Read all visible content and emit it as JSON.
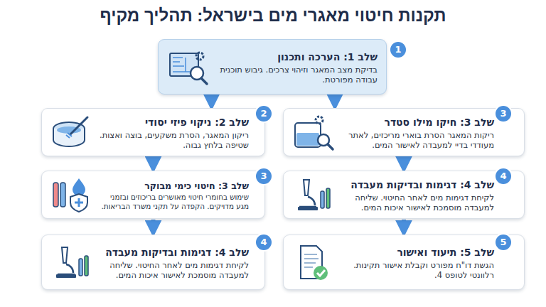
{
  "diagram": {
    "title": "תקנות חיטוי מאגרי מים בישראל: תהליך מקיף",
    "nodes": [
      {
        "text": [
          "שלב 1: הערכה ותכנון",
          "בדיקת מצב המאגר וזיהוי צרכים. גיבוש תוכנית עבודה מפורטת."
        ]
      },
      {
        "text": [
          "שלב 3: חיקו מילו סטדר",
          "ריקות המאגר הסרת בוארי מריכזים, לאתר מעודדי בדיי למעבדה לאישור המים."
        ]
      },
      {
        "text": [
          "שלב 2: ניקוי פיזי יסודי",
          "ריקון המאגר, הסרת משקעים, בוצה ואצות. שטיפה בלחץ גבוה."
        ]
      },
      {
        "text": [
          "שלב 4: דגימות ובדיקות מעבדה",
          "לקיחת דגימות מים לאחר החיטוי. שליחה למעבדה מוסמכת לאישור איכות המים."
        ]
      },
      {
        "text": [
          "שלב 3: חיטוי כימי מבוקר",
          "שימוש בחומרי חיטוי מאושרים בריכוזים ובזמני מגע מדויקים. הקפדה על תקני משרד הבריאות."
        ]
      },
      {
        "text": [
          "שלב 5: תיעוד ואישור",
          "הגשת דו\"ח מפורט וקבלת אישור תקינות. רלוונטי לטופס 4."
        ]
      },
      {
        "text": [
          "שלב 4: דגימות ובדיקות מעבדה",
          "לקיחת דגימות מים לאחר החיטוי. שליחה למעבדה מוסמכת לאישור איכות המים."
        ]
      }
    ],
    "edges": [
      {
        "from": 0,
        "to": 1,
        "arrow": "to"
      },
      {
        "from": 0,
        "to": 2,
        "arrow": "to"
      },
      {
        "from": 1,
        "to": 3,
        "arrow": "to"
      },
      {
        "from": 3,
        "to": 5,
        "arrow": "to"
      },
      {
        "from": 2,
        "to": 4,
        "arrow": "to"
      },
      {
        "from": 4,
        "to": 6,
        "arrow": "to"
      }
    ],
    "labels": [
      "1",
      "3",
      "2",
      "4",
      "3",
      "5",
      "4"
    ]
  }
}
